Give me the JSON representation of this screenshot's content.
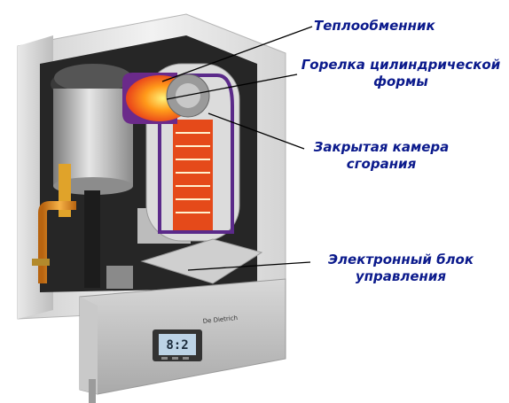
{
  "callouts": {
    "heat_exchanger": "Теплообменник",
    "burner_line1": "Горелка цилиндрической",
    "burner_line2": "формы",
    "chamber_line1": "Закрытая камера",
    "chamber_line2": "сгорания",
    "control_line1": "Электронный блок",
    "control_line2": "управления"
  },
  "device": {
    "brand": "De Dietrich",
    "display_reading": "8:2"
  },
  "colors": {
    "label_text": "#0b1a8c",
    "leader_line": "#000000",
    "casing": "#e6e6e6",
    "interior": "#2a2a2a",
    "burner_flame": "#ff5a1a",
    "chamber_outline": "#5b2a8a",
    "pipe_copper": "#e08a1c",
    "display": "#bcd3e6"
  }
}
